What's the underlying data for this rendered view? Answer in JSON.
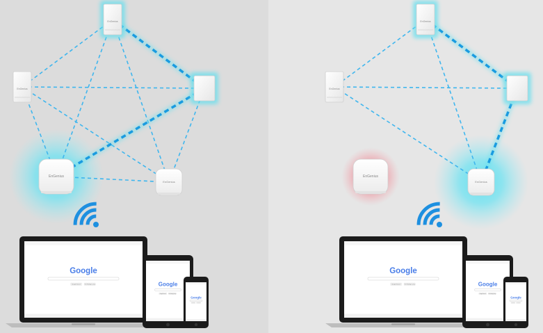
{
  "colors": {
    "background": "#e4e4e4",
    "link": "#3fb6ee",
    "link_strong": "#1a9be0",
    "glow_cyan": "#5fe0f0",
    "glow_red": "#f07a88",
    "wifi": "#1e90e0",
    "device_frame": "#1b1b1b"
  },
  "device_label": "EnGenius",
  "search_brand": "Google",
  "search_buttons": [
    "Google Search",
    "I'm Feeling Lucky"
  ],
  "panels": [
    {
      "name": "mesh-intact",
      "nodes": [
        {
          "id": "top",
          "kind": "wall",
          "glow": "cyan"
        },
        {
          "id": "left",
          "kind": "wall",
          "glow": "none"
        },
        {
          "id": "right",
          "kind": "wall",
          "glow": "cyan"
        },
        {
          "id": "bottom-left",
          "kind": "ceiling",
          "glow": "cyan-large"
        },
        {
          "id": "bottom-right",
          "kind": "ceiling",
          "glow": "none"
        }
      ],
      "links": [
        {
          "from": "top",
          "to": "left",
          "strong": false
        },
        {
          "from": "top",
          "to": "right",
          "strong": true
        },
        {
          "from": "top",
          "to": "bottom-left",
          "strong": false
        },
        {
          "from": "top",
          "to": "bottom-right",
          "strong": false
        },
        {
          "from": "left",
          "to": "right",
          "strong": false
        },
        {
          "from": "left",
          "to": "bottom-left",
          "strong": false
        },
        {
          "from": "left",
          "to": "bottom-right",
          "strong": false
        },
        {
          "from": "right",
          "to": "bottom-left",
          "strong": true
        },
        {
          "from": "right",
          "to": "bottom-right",
          "strong": false
        },
        {
          "from": "bottom-left",
          "to": "bottom-right",
          "strong": false
        }
      ]
    },
    {
      "name": "mesh-self-healing",
      "nodes": [
        {
          "id": "top",
          "kind": "wall",
          "glow": "cyan"
        },
        {
          "id": "left",
          "kind": "wall",
          "glow": "none"
        },
        {
          "id": "right",
          "kind": "wall",
          "glow": "cyan"
        },
        {
          "id": "bottom-left",
          "kind": "ceiling",
          "glow": "red"
        },
        {
          "id": "bottom-right",
          "kind": "ceiling",
          "glow": "cyan-large"
        }
      ],
      "links": [
        {
          "from": "top",
          "to": "left",
          "strong": false
        },
        {
          "from": "top",
          "to": "right",
          "strong": true
        },
        {
          "from": "top",
          "to": "bottom-right",
          "strong": false
        },
        {
          "from": "left",
          "to": "right",
          "strong": false
        },
        {
          "from": "left",
          "to": "bottom-right",
          "strong": false
        },
        {
          "from": "right",
          "to": "bottom-right",
          "strong": true
        }
      ]
    }
  ]
}
